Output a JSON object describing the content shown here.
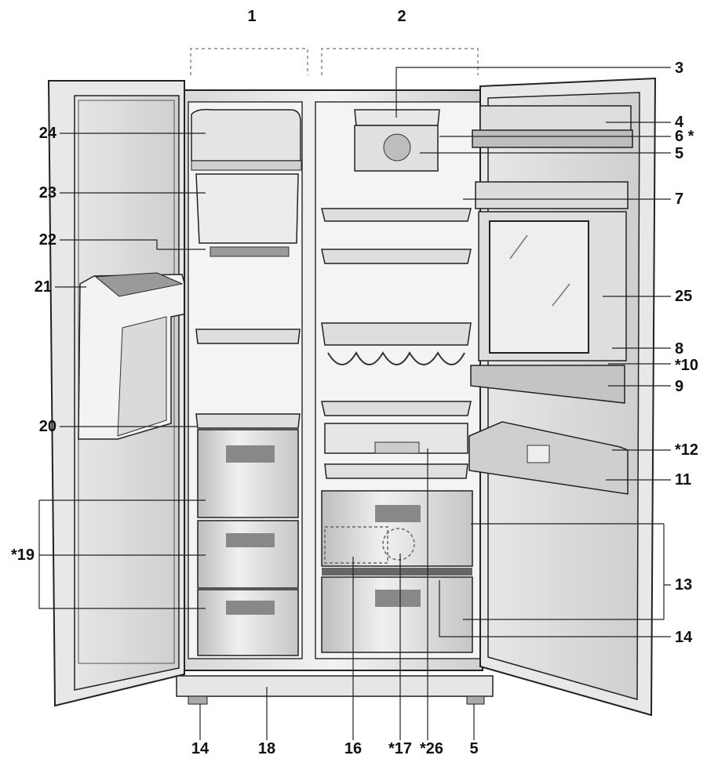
{
  "labels": {
    "l1": "1",
    "l2": "2",
    "l3": "3",
    "l4": "4",
    "l6": "6 *",
    "l5top": "5",
    "l7": "7",
    "l25": "25",
    "l8": "8",
    "l10": "*10",
    "l9": "9",
    "l12": "*12",
    "l11": "11",
    "l13": "13",
    "l14right": "14",
    "l24": "24",
    "l23": "23",
    "l22": "22",
    "l21": "21",
    "l20": "20",
    "l19": "*19",
    "b14": "14",
    "b18": "18",
    "b16": "16",
    "b17": "*17",
    "b26": "*26",
    "b5": "5"
  }
}
